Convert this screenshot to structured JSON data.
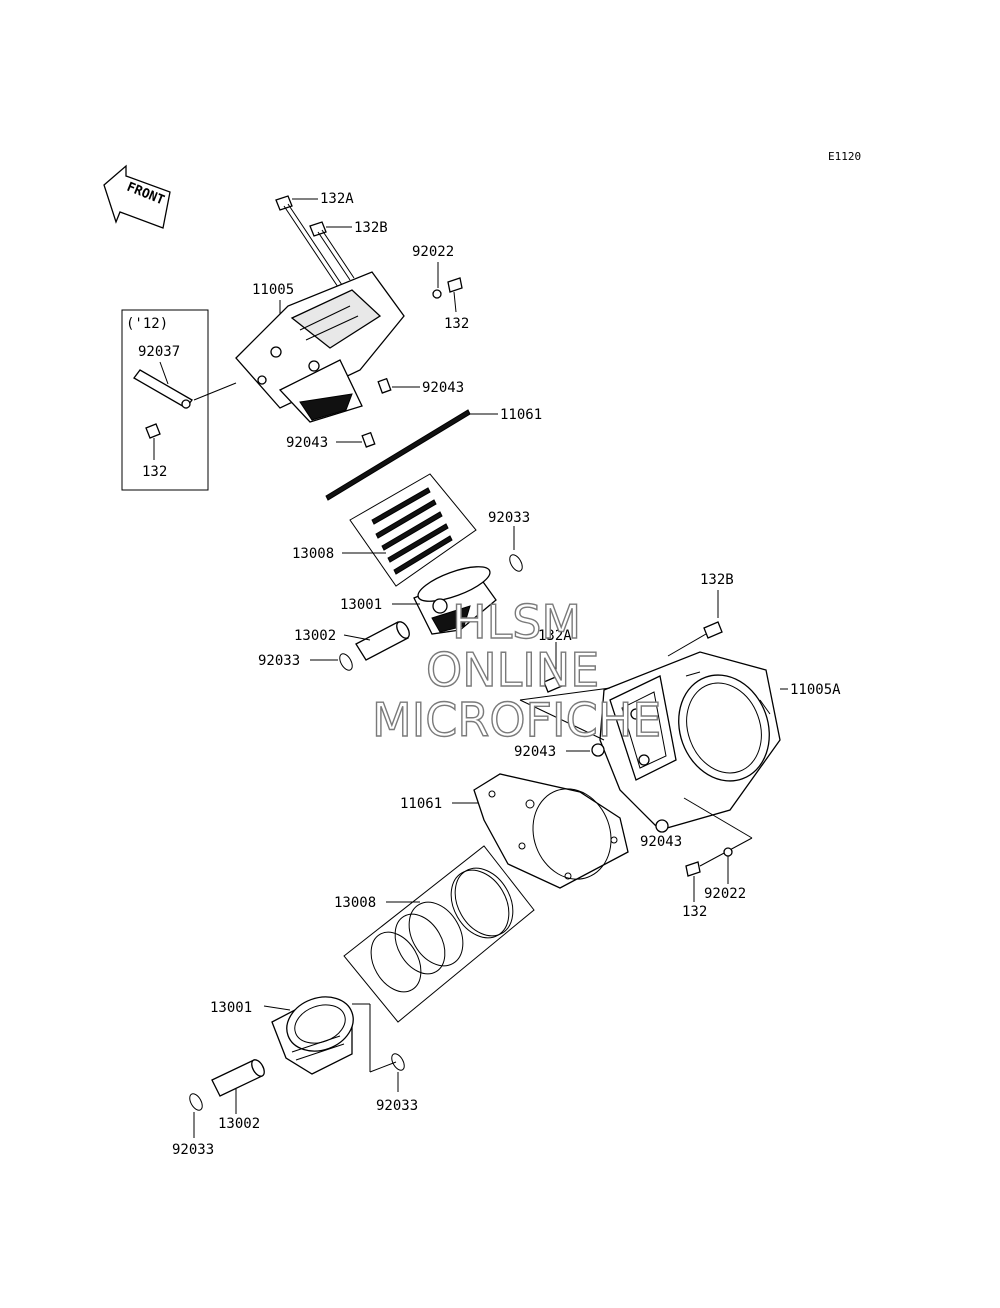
{
  "diagram_code": "E1120",
  "front_arrow": "FRONT",
  "inset": {
    "note": "('12)",
    "part_a": "92037",
    "part_b": "132"
  },
  "upper_labels": {
    "bolt_132A": "132A",
    "bolt_132B": "132B",
    "washer_92022": "92022",
    "bolt_132": "132",
    "cylinder_11005": "11005",
    "dowel_92043_a": "92043",
    "gasket_11061": "11061",
    "dowel_92043_b": "92043",
    "rings_13008": "13008",
    "circlip_92033_a": "92033",
    "piston_13001": "13001",
    "pin_13002": "13002",
    "circlip_92033_b": "92033"
  },
  "lower_labels": {
    "bolt_132B": "132B",
    "bolt_132A": "132A",
    "cylinder_11005A": "11005A",
    "dowel_92043_a": "92043",
    "gasket_11061": "11061",
    "dowel_92043_b": "92043",
    "washer_92022": "92022",
    "bolt_132": "132",
    "rings_13008": "13008",
    "piston_13001": "13001",
    "circlip_92033_a": "92033",
    "pin_13002": "13002",
    "circlip_92033_b": "92033"
  },
  "watermark": {
    "line1": "HLSM",
    "line2": "ONLINE",
    "line3": "MICROFICHE"
  }
}
